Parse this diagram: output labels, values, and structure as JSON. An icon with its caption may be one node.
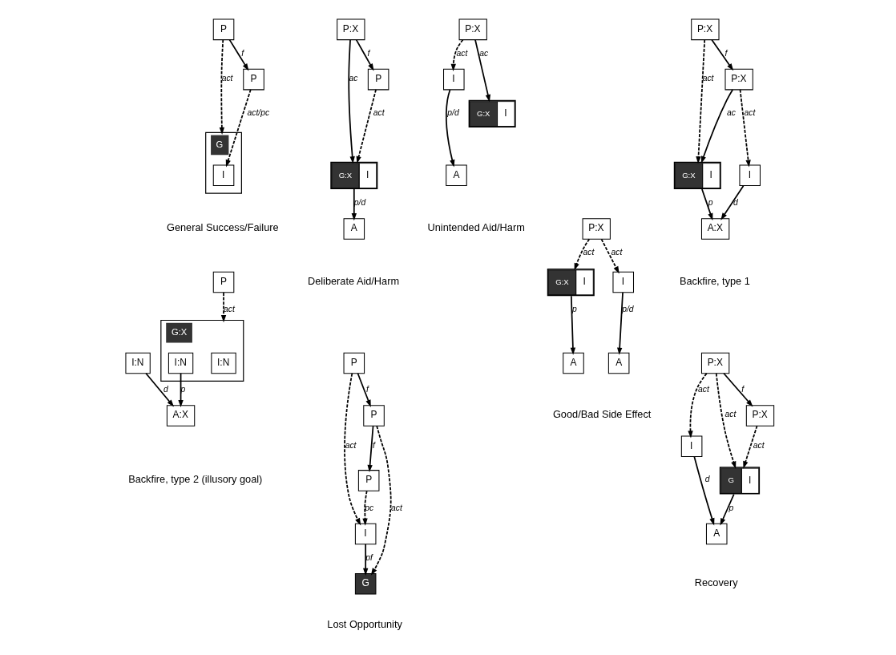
{
  "diagram": {
    "nodes": [
      {
        "text": [
          "P"
        ]
      },
      {
        "text": [
          "G"
        ]
      },
      {
        "text": [
          "I"
        ],
        "in": 1
      },
      {
        "text": [
          "P"
        ]
      },
      {
        "text": [
          "P:X"
        ]
      },
      {
        "text": [
          "G:X",
          "I"
        ]
      },
      {
        "text": [
          "A"
        ]
      },
      {
        "text": [
          "P"
        ]
      },
      {
        "text": [
          "P:X"
        ]
      },
      {
        "text": [
          "I"
        ]
      },
      {
        "text": [
          "A"
        ]
      },
      {
        "text": [
          "G:X",
          "I"
        ]
      },
      {
        "text": [
          "P:X"
        ]
      },
      {
        "text": [
          "G:X",
          "I"
        ]
      },
      {
        "text": [
          "A:X"
        ]
      },
      {
        "text": [
          "P:X"
        ]
      },
      {
        "text": [
          "I"
        ]
      },
      {
        "text": [
          "P"
        ]
      },
      {
        "text": [
          "G:X"
        ]
      },
      {
        "text": [
          "I:N"
        ],
        "in": 18
      },
      {
        "text": [
          "I:N"
        ],
        "in": 18
      },
      {
        "text": [
          "I:N"
        ]
      },
      {
        "text": [
          "A:X"
        ]
      },
      {
        "text": [
          "P"
        ]
      },
      {
        "text": [
          "I"
        ]
      },
      {
        "text": [
          "P"
        ]
      },
      {
        "text": [
          "G"
        ]
      },
      {
        "text": [
          "P"
        ]
      },
      {
        "text": [
          "G:X",
          "I"
        ]
      },
      {
        "text": [
          "A"
        ]
      },
      {
        "text": [
          "P:X"
        ]
      },
      {
        "text": [
          "I"
        ]
      },
      {
        "text": [
          "A"
        ]
      },
      {
        "text": [
          "P:X"
        ]
      },
      {
        "text": [
          "I"
        ]
      },
      {
        "text": [
          "A"
        ]
      },
      {
        "text": [
          "G",
          "I"
        ]
      },
      {
        "text": [
          "P:X"
        ]
      }
    ],
    "edges": [
      {
        "from": 0,
        "to": 1,
        "arrow": "to",
        "label": "act",
        "style": "dashed"
      },
      {
        "from": 0,
        "to": 3,
        "arrow": "to",
        "label": "f"
      },
      {
        "from": 3,
        "to": 2,
        "arrow": "to",
        "label": "act/pc",
        "style": "dashed"
      },
      {
        "from": 4,
        "to": 5,
        "arrow": "to",
        "label": "ac"
      },
      {
        "from": 4,
        "to": 7,
        "arrow": "to",
        "label": "f"
      },
      {
        "from": 7,
        "to": 5,
        "arrow": "to",
        "label": "act",
        "style": "dashed"
      },
      {
        "from": 5,
        "to": 6,
        "arrow": "to",
        "label": "p/d"
      },
      {
        "from": 8,
        "to": 9,
        "arrow": "to",
        "label": "act",
        "style": "dashed"
      },
      {
        "from": 9,
        "to": 10,
        "arrow": "to",
        "label": "p/d"
      },
      {
        "from": 8,
        "to": 11,
        "arrow": "to",
        "label": "ac"
      },
      {
        "from": 12,
        "to": 13,
        "arrow": "to",
        "label": "act",
        "style": "dashed"
      },
      {
        "from": 13,
        "to": 14,
        "arrow": "to",
        "label": "p"
      },
      {
        "from": 12,
        "to": 15,
        "arrow": "to",
        "label": "f"
      },
      {
        "from": 15,
        "to": 13,
        "arrow": "to",
        "label": "ac"
      },
      {
        "from": 15,
        "to": 16,
        "arrow": "to",
        "label": "act",
        "style": "dashed"
      },
      {
        "from": 16,
        "to": 14,
        "arrow": "to",
        "label": "d"
      },
      {
        "from": 17,
        "to": 18,
        "arrow": "to",
        "label": "act",
        "style": "dashed"
      },
      {
        "from": 20,
        "to": 22,
        "arrow": "to",
        "label": "p"
      },
      {
        "from": 21,
        "to": 22,
        "arrow": "to",
        "label": "d"
      },
      {
        "from": 23,
        "to": 24,
        "arrow": "to",
        "label": "act",
        "style": "dashed"
      },
      {
        "from": 24,
        "to": 26,
        "arrow": "to",
        "label": "pf"
      },
      {
        "from": 23,
        "to": 25,
        "arrow": "to",
        "label": "f"
      },
      {
        "from": 25,
        "to": 26,
        "arrow": "to",
        "label": "act",
        "style": "dashed"
      },
      {
        "from": 25,
        "to": 27,
        "arrow": "to",
        "label": "f"
      },
      {
        "from": 27,
        "to": 24,
        "arrow": "to",
        "label": "pc",
        "style": "dashed"
      },
      {
        "from": 28,
        "to": 29,
        "arrow": "to",
        "label": "p"
      },
      {
        "from": 30,
        "to": 28,
        "arrow": "to",
        "label": "act",
        "style": "dashed"
      },
      {
        "from": 30,
        "to": 31,
        "arrow": "to",
        "label": "act",
        "style": "dashed"
      },
      {
        "from": 31,
        "to": 32,
        "arrow": "to",
        "label": "p/d"
      },
      {
        "from": 33,
        "to": 34,
        "arrow": "to",
        "label": "act",
        "style": "dashed"
      },
      {
        "from": 34,
        "to": 35,
        "arrow": "to",
        "label": "d"
      },
      {
        "from": 33,
        "to": 36,
        "arrow": "to",
        "label": "act",
        "style": "dashed"
      },
      {
        "from": 36,
        "to": 35,
        "arrow": "to",
        "label": "p"
      },
      {
        "from": 33,
        "to": 37,
        "arrow": "to",
        "label": "f"
      },
      {
        "from": 37,
        "to": 36,
        "arrow": "to",
        "label": "act",
        "style": "dashed"
      }
    ],
    "labels": [
      "General Success/Failure",
      "Deliberate Aid/Harm",
      "Unintended Aid/Harm",
      "Backfire, type 1",
      "Backfire, type 2 (illusory goal)",
      "Lost Opportunity",
      "Good/Bad Side Effect",
      "Recovery"
    ]
  }
}
